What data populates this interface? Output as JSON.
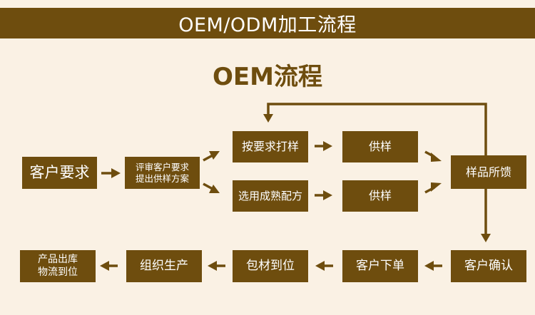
{
  "banner": {
    "title": "OEM/ODM加工流程"
  },
  "section": {
    "title": "OEM流程"
  },
  "steps": {
    "customer_request": "客户要求",
    "review_line1": "评审客户要求",
    "review_line2": "提出供样方案",
    "sample_by_request": "按要求打样",
    "use_mature_formula": "选用成熟配方",
    "supply_sample_1": "供样",
    "supply_sample_2": "供样",
    "sample_feedback": "样品所馈",
    "customer_confirm": "客户确认",
    "customer_order": "客户下单",
    "materials_ready": "包材到位",
    "organize_production": "组织生产",
    "final_line1": "产品出库",
    "final_line2": "物流到位"
  },
  "colors": {
    "background": "#faf1e4",
    "accent": "#6e4d0e",
    "text_on_accent": "#ffffff"
  }
}
